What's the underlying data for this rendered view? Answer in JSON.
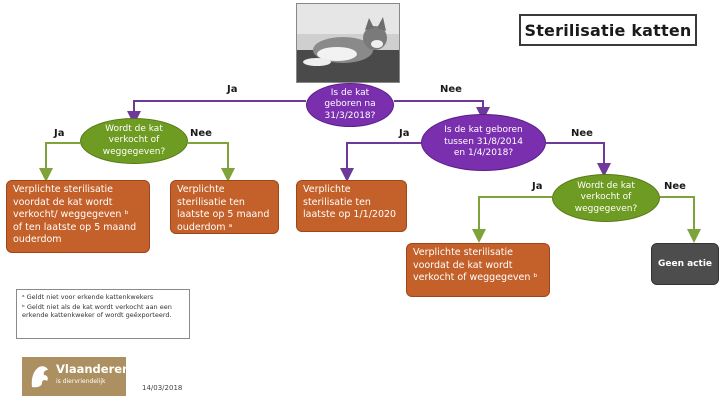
{
  "title": "Sterilisatie katten",
  "questions": {
    "q1": "Is de kat\ngeboren na\n31/3/2018?",
    "q2": "Wordt de kat\nverkocht of\nweggegeven?",
    "q3": "Is de kat geboren\ntussen 31/8/2014\nen 1/4/2018?",
    "q4": "Wordt de kat\nverkocht of\nweggegeven?"
  },
  "edge_labels": {
    "q1_yes": "Ja",
    "q1_no": "Nee",
    "q2_yes": "Ja",
    "q2_no": "Nee",
    "q3_yes": "Ja",
    "q3_no": "Nee",
    "q4_yes": "Ja",
    "q4_no": "Nee"
  },
  "outcomes": {
    "o1": "Verplichte sterilisatie\nvoordat de kat wordt\nverkocht/ weggegeven ᵇ\nof ten laatste op 5 maand\nouderdom",
    "o2": "Verplichte\nsterilisatie ten\nlaatste op 5 maand\nouderdom ᵃ",
    "o3": "Verplichte\nsterilisatie ten\nlaatste op 1/1/2020",
    "o4": "Verplichte sterilisatie\nvoordat de kat wordt\nverkocht of weggegeven ᵇ",
    "o5": "Geen actie"
  },
  "footnotes": [
    "ᵃ Geldt niet voor erkende kattenkwekers",
    "ᵇ Geldt niet als de kat wordt verkocht aan een erkende kattenkweker of wordt geëxporteerd."
  ],
  "logo": {
    "name": "Vlaanderen",
    "tagline": "is diervriendelijk"
  },
  "date": "14/03/2018",
  "colors": {
    "question_purple": "#7a2fae",
    "question_green": "#6e9b22",
    "outcome_orange": "#c4602a",
    "no_action_grey": "#4d4d4d",
    "connector": "#6e3a9a",
    "connector_green": "#7ea33a",
    "logo_gold": "#ad9061"
  }
}
